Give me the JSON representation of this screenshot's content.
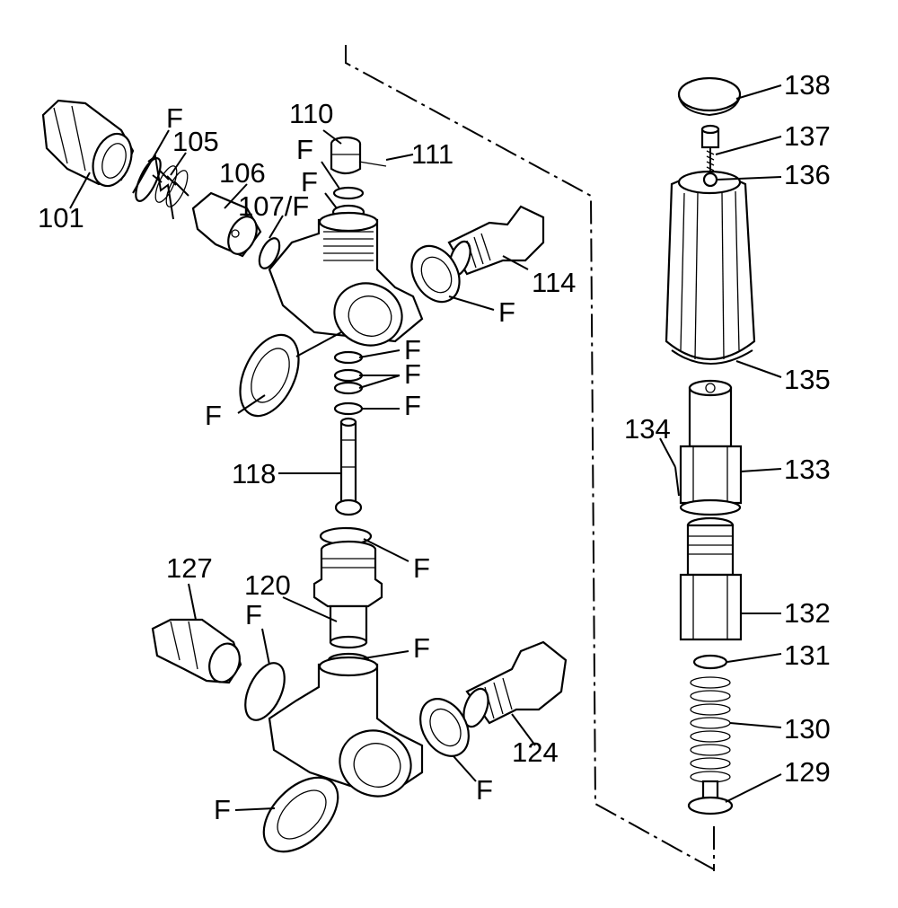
{
  "labels": {
    "l101": "101",
    "l105": "105",
    "l106": "106",
    "l107": "107/F",
    "l110": "110",
    "l111": "111",
    "l114": "114",
    "l118": "118",
    "l120": "120",
    "l124": "124",
    "l127": "127",
    "l129": "129",
    "l130": "130",
    "l131": "131",
    "l132": "132",
    "l133": "133",
    "l134": "134",
    "l135": "135",
    "l136": "136",
    "l137": "137",
    "l138": "138",
    "f_seal": "F"
  }
}
